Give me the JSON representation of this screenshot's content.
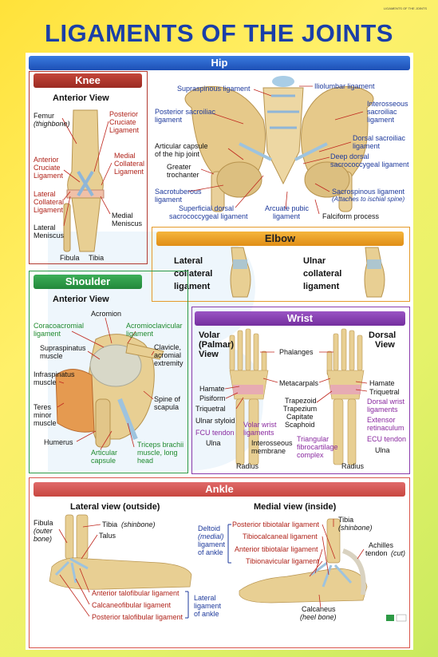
{
  "corner_text": "LIGAMENTS OF THE JOINTS",
  "title": "LIGAMENTS OF THE JOINTS",
  "hip": {
    "banner": "Hip",
    "labels": {
      "supraspinous": "Supraspinous ligament",
      "iliolumbar": "Iliolumbar ligament",
      "posterior_sacroiliac_1": "Posterior sacroiliac",
      "posterior_sacroiliac_2": "ligament",
      "interosseous_1": "Interosseous",
      "interosseous_2": "sacroiliac",
      "interosseous_3": "ligament",
      "articular_1": "Articular capsule",
      "articular_2": "of the hip joint",
      "dorsal_sacroiliac_1": "Dorsal sacroiliac",
      "dorsal_sacroiliac_2": "ligament",
      "greater_trochanter_1": "Greater",
      "greater_trochanter_2": "trochanter",
      "deep_dorsal_1": "Deep dorsal",
      "deep_dorsal_2": "sacrococcygeal ligament",
      "sacrotuberous_1": "Sacrotuberous",
      "sacrotuberous_2": "ligament",
      "sacrospinous_1": "Sacrospinous ligament",
      "sacrospinous_2": "(Attaches to ischial spine)",
      "superficial_1": "Superficial dorsal",
      "superficial_2": "sacrococcygeal ligament",
      "arcuate_1": "Arcuate pubic",
      "arcuate_2": "ligament",
      "falciform": "Falciform process"
    }
  },
  "knee": {
    "banner": "Knee",
    "subtitle": "Anterior View",
    "labels": {
      "femur": "Femur",
      "thighbone": "(thighbone)",
      "posterior_cruciate_1": "Posterior",
      "posterior_cruciate_2": "Cruciate",
      "posterior_cruciate_3": "Ligament",
      "medial_collateral_1": "Medial",
      "medial_collateral_2": "Collateral",
      "medial_collateral_3": "Ligament",
      "anterior_cruciate_1": "Anterior",
      "anterior_cruciate_2": "Cruciate",
      "anterior_cruciate_3": "Ligament",
      "lateral_collateral_1": "Lateral",
      "lateral_collateral_2": "Collateral",
      "lateral_collateral_3": "Ligament",
      "medial_meniscus_1": "Medial",
      "medial_meniscus_2": "Meniscus",
      "lateral_meniscus_1": "Lateral",
      "lateral_meniscus_2": "Meniscus",
      "fibula": "Fibula",
      "tibia": "Tibia"
    }
  },
  "elbow": {
    "banner": "Elbow",
    "lateral_1": "Lateral",
    "lateral_2": "collateral",
    "lateral_3": "ligament",
    "ulnar_1": "Ulnar",
    "ulnar_2": "collateral",
    "ulnar_3": "ligament"
  },
  "shoulder": {
    "banner": "Shoulder",
    "subtitle": "Anterior View",
    "labels": {
      "acromion": "Acromion",
      "coracoacromial_1": "Coracoacromial",
      "coracoacromial_2": "ligament",
      "acromioclavicular_1": "Acromioclavicular",
      "acromioclavicular_2": "ligament",
      "supraspinatus_1": "Supraspinatus",
      "supraspinatus_2": "muscle",
      "clavicle_1": "Clavicle,",
      "clavicle_2": "acromial",
      "clavicle_3": "extremity",
      "infraspinatus_1": "Infraspinatus",
      "infraspinatus_2": "muscle",
      "spine_1": "Spine of",
      "spine_2": "scapula",
      "teres_1": "Teres",
      "teres_2": "minor",
      "teres_3": "muscle",
      "humerus": "Humerus",
      "articular_1": "Articular",
      "articular_2": "capsule",
      "triceps_1": "Triceps brachii",
      "triceps_2": "muscle, long",
      "triceps_3": "head"
    }
  },
  "wrist": {
    "banner": "Wrist",
    "volar_1": "Volar",
    "volar_2": "(Palmar)",
    "volar_3": "View",
    "dorsal_1": "Dorsal",
    "dorsal_2": "View",
    "labels": {
      "phalanges": "Phalanges",
      "metacarpals": "Metacarpals",
      "hamate_l": "Hamate",
      "pisiform": "Pisiform",
      "triquetral_l": "Triquetral",
      "ulnar_styloid": "Ulnar styloid",
      "fcu_tendon": "FCU tendon",
      "volar_wrist_1": "Volar wrist",
      "volar_wrist_2": "ligaments",
      "ulna_l": "Ulna",
      "interosseous_1": "Interosseous",
      "interosseous_2": "membrane",
      "radius_l": "Radius",
      "trapezoid": "Trapezoid",
      "trapezium": "Trapezium",
      "capitate": "Capitate",
      "scaphoid": "Scaphoid",
      "triangular_1": "Triangular",
      "triangular_2": "fibrocartilage",
      "triangular_3": "complex",
      "radius_r": "Radius",
      "hamate_r": "Hamate",
      "triquetral_r": "Triquetral",
      "dorsal_wrist_1": "Dorsal wrist",
      "dorsal_wrist_2": "ligaments",
      "extensor_1": "Extensor",
      "extensor_2": "retinaculum",
      "ecu_tendon": "ECU tendon",
      "ulna_r": "Ulna"
    }
  },
  "ankle": {
    "banner": "Ankle",
    "lateral_title": "Lateral view (outside)",
    "medial_title": "Medial view (inside)",
    "labels": {
      "fibula": "Fibula",
      "outer_bone_1": "(outer",
      "outer_bone_2": "bone)",
      "tibia_l": "Tibia",
      "shinbone_l": "(shinbone)",
      "talus": "Talus",
      "anterior_talofibular": "Anterior talofibular ligament",
      "calcaneofibular": "Calcaneofibular ligament",
      "posterior_talofibular": "Posterior talofibular ligament",
      "lateral_ligament_1": "Lateral",
      "lateral_ligament_2": "ligament",
      "lateral_ligament_3": "of ankle",
      "deltoid_1": "Deltoid",
      "deltoid_2": "(medial)",
      "deltoid_3": "ligament",
      "deltoid_4": "of ankle",
      "posterior_tibiotalar": "Posterior tibiotalar ligament",
      "tibiocalcaneal": "Tibiocalcaneal ligament",
      "anterior_tibiotalar": "Anterior tibiotalar ligament",
      "tibionavicular": "Tibionavicular ligament",
      "tibia_r": "Tibia",
      "shinbone_r": "(shinbone)",
      "achilles_1": "Achilles",
      "achilles_2": "tendon",
      "cut": "(cut)",
      "calcaneus": "Calcaneus",
      "heel_bone": "(heel bone)"
    }
  },
  "colors": {
    "title_blue": "#1a3fa8",
    "label_red": "#b0231a",
    "label_blue": "#1e3a9c",
    "label_green": "#1f8a2e",
    "label_purple": "#8a2aa0",
    "bone": "#e8cf93"
  }
}
